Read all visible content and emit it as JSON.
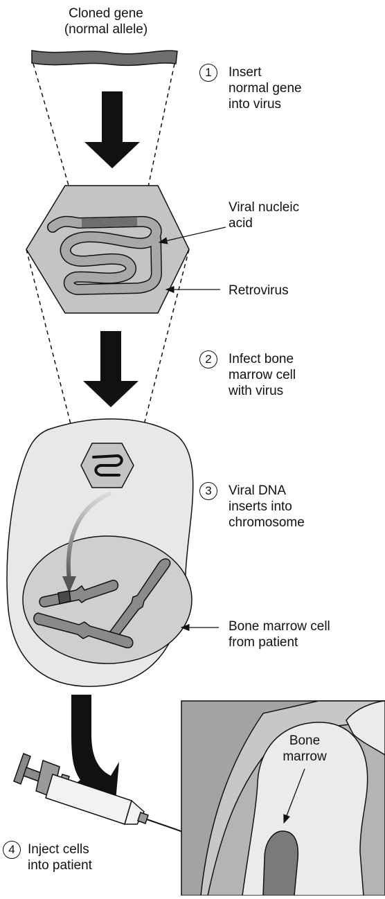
{
  "labels": {
    "cloned_gene": [
      "Cloned gene",
      "(normal allele)"
    ],
    "viral_nucleic_acid": [
      "Viral nucleic",
      "acid"
    ],
    "retrovirus": "Retrovirus",
    "bone_marrow_cell": [
      "Bone marrow cell",
      "from patient"
    ],
    "bone_marrow": [
      "Bone",
      "marrow"
    ]
  },
  "steps": [
    {
      "num": "1",
      "lines": [
        "Insert",
        "normal gene",
        "into virus"
      ]
    },
    {
      "num": "2",
      "lines": [
        "Infect bone",
        "marrow cell",
        "with virus"
      ]
    },
    {
      "num": "3",
      "lines": [
        "Viral DNA",
        "inserts into",
        "chromosome"
      ]
    },
    {
      "num": "4",
      "lines": [
        "Inject cells",
        "into patient"
      ]
    }
  ],
  "colors": {
    "line": "#111111",
    "virus_fill": "#c4c4c4",
    "cell_fill": "#e8e8e8",
    "nucleus_fill": "#cfcfcf",
    "strand_light": "#a8a8a8",
    "strand_dark": "#6e6e6e",
    "arrow": "#111111"
  }
}
